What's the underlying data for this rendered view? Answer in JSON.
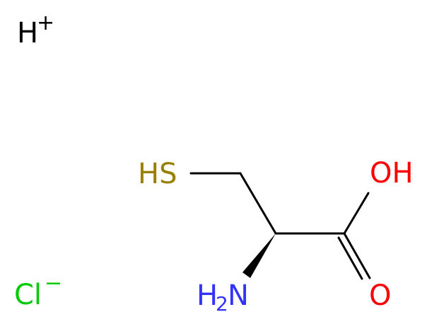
{
  "molecule": {
    "atoms": {
      "proton": {
        "symbol": "H",
        "charge": "+",
        "color": "#000000"
      },
      "chloride": {
        "symbol": "Cl",
        "charge": "−",
        "color": "#00cc00"
      },
      "thiol": {
        "text": "HS",
        "color": "#998000"
      },
      "hydroxyl": {
        "text": "OH",
        "color": "#ff0000"
      },
      "carbonyl": {
        "text": "O",
        "color": "#ff0000"
      },
      "amine": {
        "symbol": "H",
        "subscript": "2",
        "tail": "N",
        "color": "#3333ff"
      }
    },
    "bond_color": "#000000",
    "stereo": "wedge"
  }
}
